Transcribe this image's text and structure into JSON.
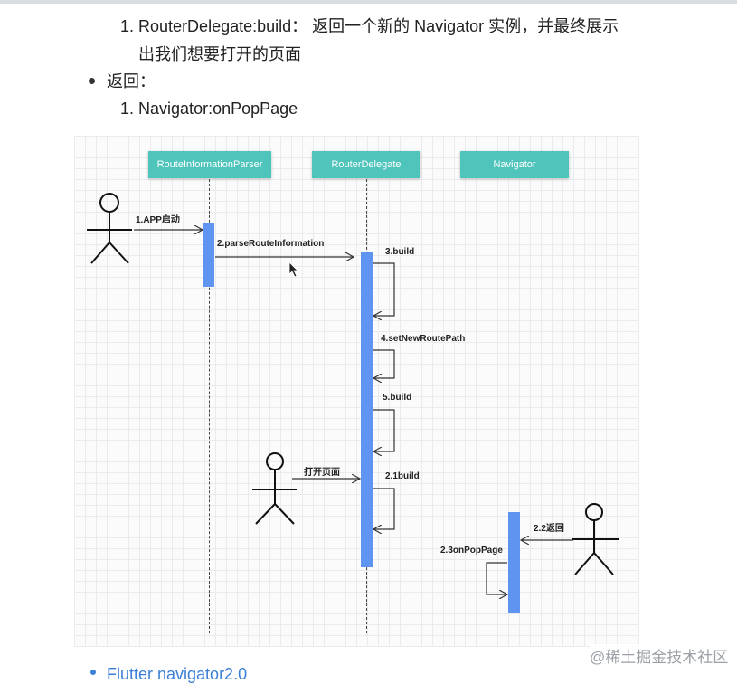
{
  "document": {
    "item1_number": "1.",
    "item1_text_line1": "RouterDelegate:build：  返回一个新的 Navigator 实例，并最终展示",
    "item1_text_line2": "出我们想要打开的页面",
    "bullet_returns": "返回：",
    "item2_number": "1.",
    "item2_text": "Navigator:onPopPage",
    "footer_link": "Flutter navigator2.0"
  },
  "diagram": {
    "participants": {
      "parser": "RouteInformationParser",
      "delegate": "RouterDelegate",
      "navigator": "Navigator"
    },
    "messages": {
      "m1": "1.APP启动",
      "m2": "2.parseRouteInformation",
      "m3": "3.build",
      "m4": "4.setNewRoutePath",
      "m5": "5.build",
      "m6": "打开页面",
      "m7": "2.1build",
      "m8": "2.2返回",
      "m9": "2.3onPopPage"
    },
    "colors": {
      "participant_fill": "#4ec4bb",
      "activation_fill": "#5f95f0",
      "grid_line": "#e9ebee"
    }
  },
  "watermark": "@稀土掘金技术社区"
}
